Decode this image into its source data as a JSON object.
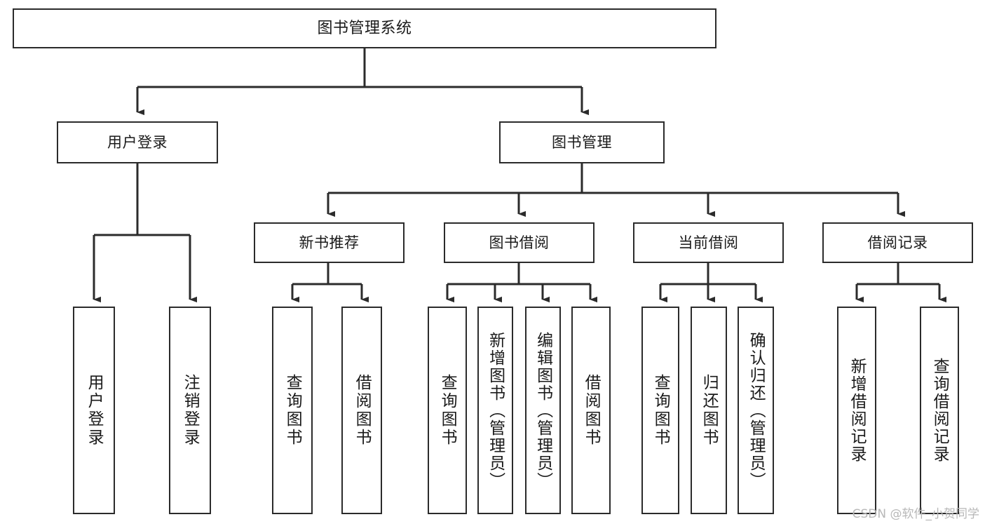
{
  "diagram": {
    "type": "tree-hierarchy-chart",
    "title": "图书管理系统",
    "colors": {
      "background": "#ffffff",
      "node_border": "#2b2b2b",
      "node_fill": "#ffffff",
      "edge": "#2b2b2b",
      "text": "#1a1a1a",
      "watermark": "#b8b8b8"
    },
    "nodes": {
      "root": {
        "label": "图书管理系统",
        "orientation": "horizontal"
      },
      "level2": [
        {
          "label": "用户登录",
          "orientation": "horizontal"
        },
        {
          "label": "图书管理",
          "orientation": "horizontal"
        }
      ],
      "level3": [
        {
          "label": "新书推荐",
          "orientation": "horizontal"
        },
        {
          "label": "图书借阅",
          "orientation": "horizontal"
        },
        {
          "label": "当前借阅",
          "orientation": "horizontal"
        },
        {
          "label": "借阅记录",
          "orientation": "horizontal"
        }
      ],
      "leaves": {
        "user_login": [
          {
            "label": "用户登录",
            "orientation": "vertical"
          },
          {
            "label": "注销登录",
            "orientation": "vertical"
          }
        ],
        "new_book_recommend": [
          {
            "label": "查询图书",
            "orientation": "vertical"
          },
          {
            "label": "借阅图书",
            "orientation": "vertical"
          }
        ],
        "book_borrow": [
          {
            "label": "查询图书",
            "orientation": "vertical"
          },
          {
            "label": "新增图书（管理员）",
            "orientation": "vertical"
          },
          {
            "label": "编辑图书（管理员）",
            "orientation": "vertical"
          },
          {
            "label": "借阅图书",
            "orientation": "vertical"
          }
        ],
        "current_borrow": [
          {
            "label": "查询图书",
            "orientation": "vertical"
          },
          {
            "label": "归还图书",
            "orientation": "vertical"
          },
          {
            "label": "确认归还（管理员）",
            "orientation": "vertical"
          }
        ],
        "borrow_record": [
          {
            "label": "新增借阅记录",
            "orientation": "vertical"
          },
          {
            "label": "查询借阅记录",
            "orientation": "vertical"
          }
        ]
      }
    },
    "watermark": "CSDN @软件_小贺同学"
  }
}
